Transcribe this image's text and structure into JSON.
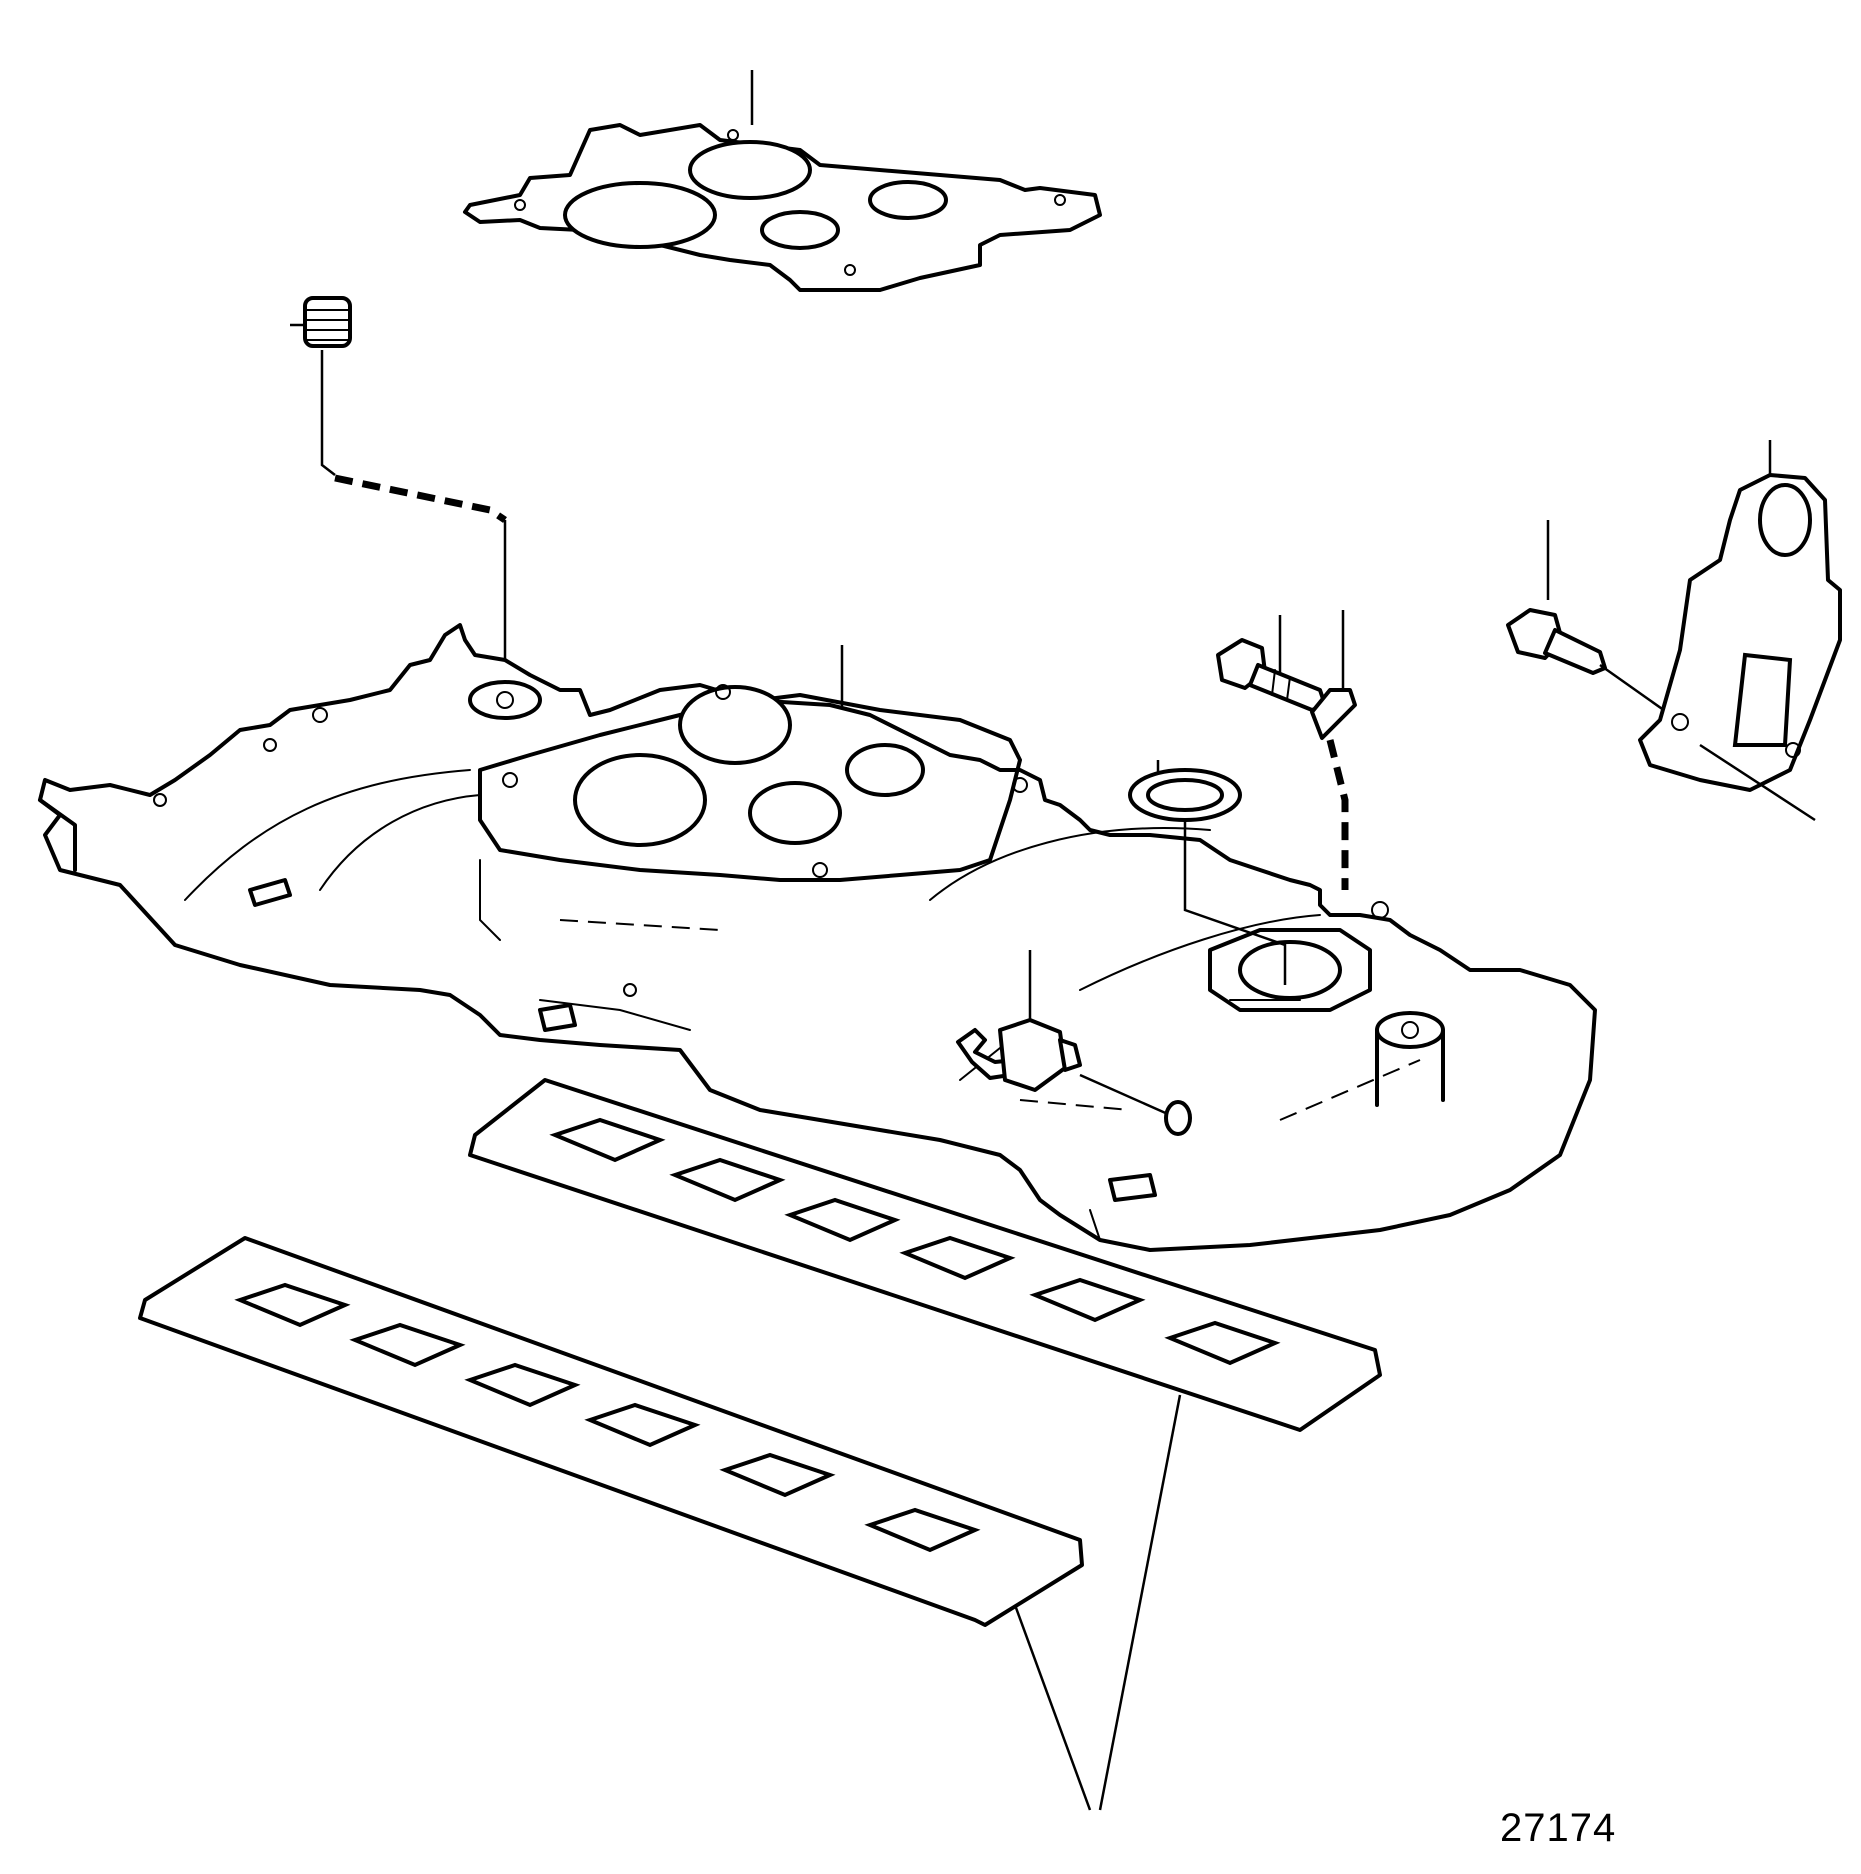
{
  "diagram": {
    "drawing_number": "27174",
    "parts": [
      "carburetor-gasket",
      "plug",
      "intake-manifold",
      "screw",
      "clip",
      "o-ring",
      "bracket-screw",
      "lifting-bracket",
      "temperature-sender",
      "manifold-gasket-right",
      "manifold-gasket-left"
    ]
  }
}
